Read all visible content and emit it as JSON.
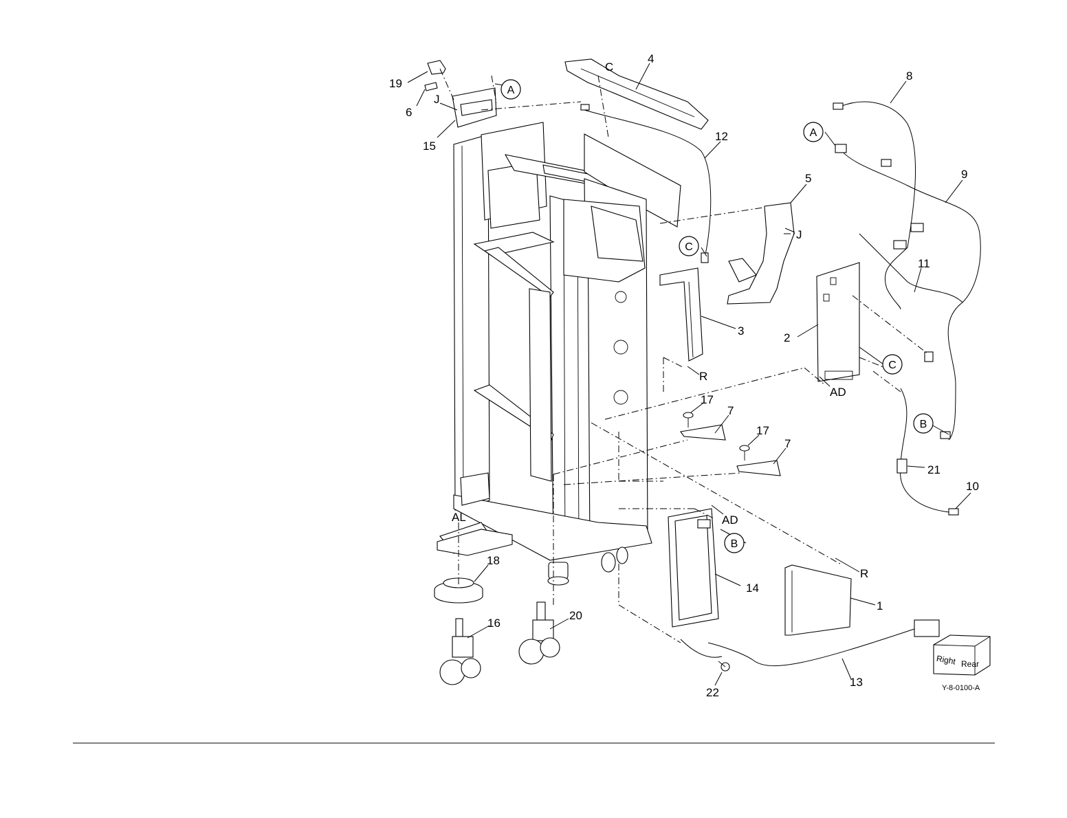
{
  "figure_id": "Y-8-0100-A",
  "orientation": {
    "right": "Right",
    "rear": "Rear"
  },
  "callouts": {
    "c1": "1",
    "c2": "2",
    "c3": "3",
    "c4": "4",
    "c5": "5",
    "c6": "6",
    "c7a": "7",
    "c7b": "7",
    "c8": "8",
    "c9": "9",
    "c10": "10",
    "c11": "11",
    "c12": "12",
    "c13": "13",
    "c14": "14",
    "c15": "15",
    "c16": "16",
    "c17a": "17",
    "c17b": "17",
    "c18": "18",
    "c19": "19",
    "c20": "20",
    "c21": "21",
    "c22": "22"
  },
  "connectors": {
    "a1": "A",
    "a2": "A",
    "b1": "B",
    "b2": "B",
    "c1": "C",
    "c2": "C",
    "c3": "C",
    "j1": "J",
    "j2": "J",
    "r1": "R",
    "r2": "R",
    "ad1": "AD",
    "ad2": "AD",
    "al": "AL"
  }
}
